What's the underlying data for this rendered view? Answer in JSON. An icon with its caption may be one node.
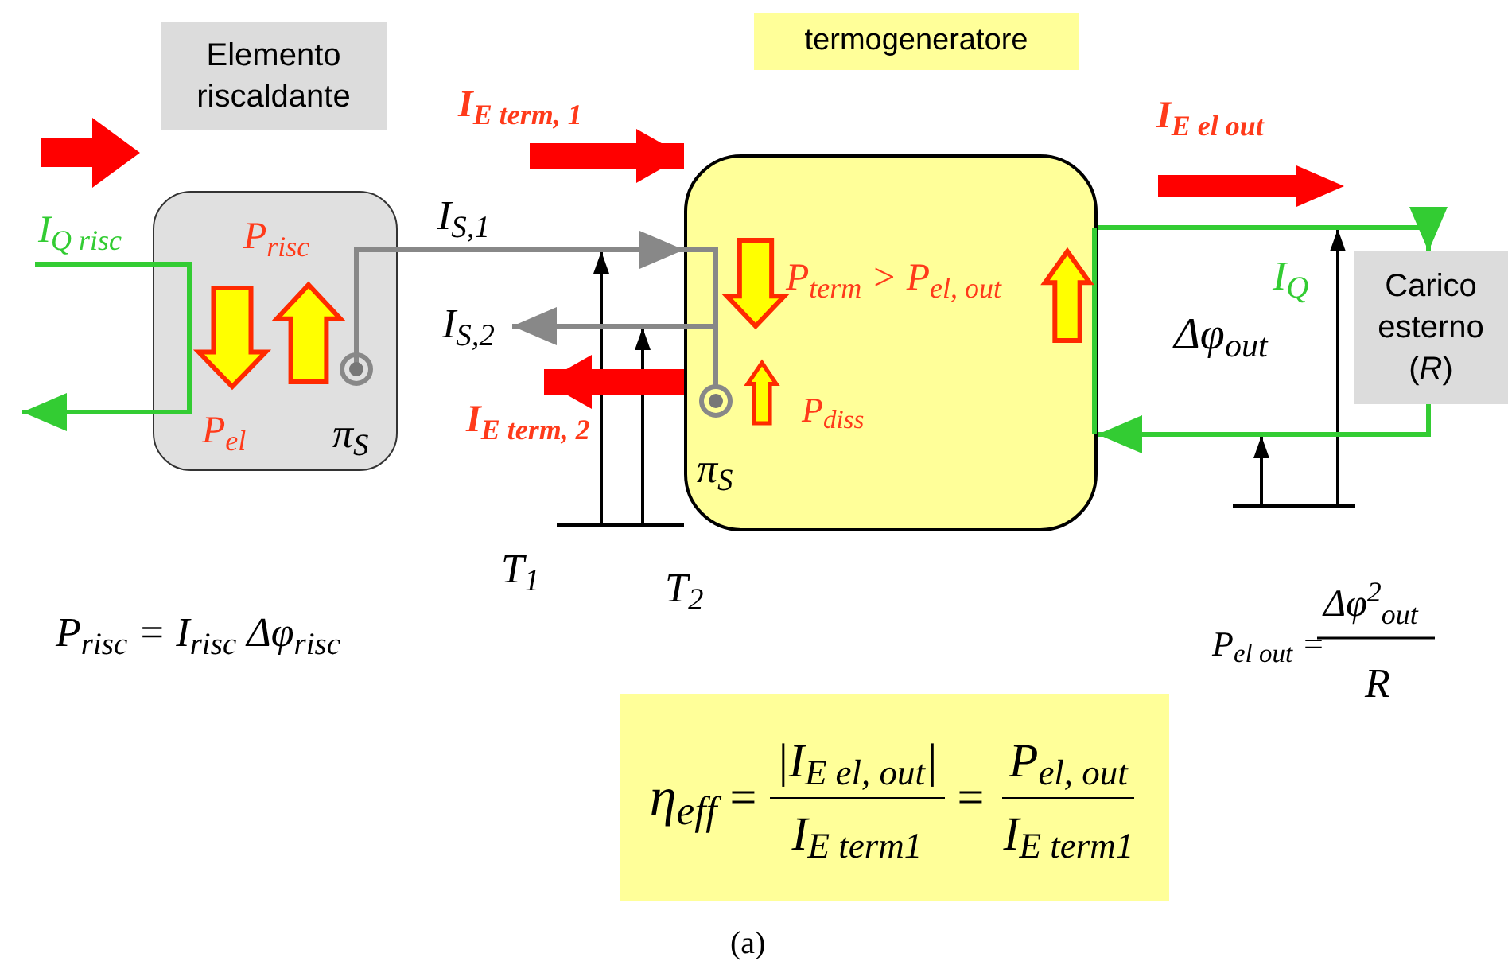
{
  "diagram": {
    "caption": "(a)",
    "nodes": [
      {
        "text": [
          "Elemento riscaldante"
        ]
      },
      {
        "text": [
          "P$_{risc}$",
          "P$_{el}$",
          "π$_{S}$"
        ]
      },
      {
        "text": [
          "termogeneratore"
        ]
      },
      {
        "text": [
          "P$_{term}$ > P$_{el, out}$",
          "P$_{diss}$",
          "π$_{S}$"
        ]
      },
      {
        "text": [
          "Carico esterno (*R*)"
        ]
      },
      {
        "text": [
          "η$_{eff}$",
          "=",
          "|I$_{E el, out}$|",
          "I$_{E term1}$",
          "=",
          "P$_{el, out}$",
          "I$_{E term1}$"
        ]
      }
    ],
    "edges": [
      {
        "from": null,
        "to": 3,
        "arrow": "to",
        "label": "I$_{E term, 1}$",
        "style": "thick",
        "color": "#ff0000"
      },
      {
        "from": 3,
        "to": null,
        "arrow": "to",
        "label": "I$_{E term, 2}$",
        "style": "thick",
        "color": "#ff0000"
      },
      {
        "from": null,
        "to": 1,
        "arrow": "none",
        "label": "I$_{Q risc}$",
        "color": "#33cc33"
      },
      {
        "from": 1,
        "to": null,
        "arrow": "to",
        "color": "#33cc33"
      },
      {
        "from": 1,
        "to": 3,
        "arrow": "to",
        "label": "I$_{S,1}$",
        "color": "#888888"
      },
      {
        "from": 3,
        "to": null,
        "arrow": "to",
        "label": "I$_{S,2}$",
        "color": "#888888"
      },
      {
        "from": 3,
        "to": 4,
        "arrow": "to",
        "label": "I$_{Q}$",
        "color": "#33cc33"
      },
      {
        "from": 4,
        "to": 3,
        "arrow": "to",
        "color": "#33cc33"
      }
    ],
    "labels": [
      "I$_{E el out}$",
      "Δφ$_{out}$",
      "T$_{1}$",
      "T$_{2}$",
      "P$_{risc}$ = I$_{risc}$ Δφ$_{risc}$",
      "P$_{el out}$ =",
      "Δφ$^{2}$$_{out}$",
      "R"
    ]
  }
}
